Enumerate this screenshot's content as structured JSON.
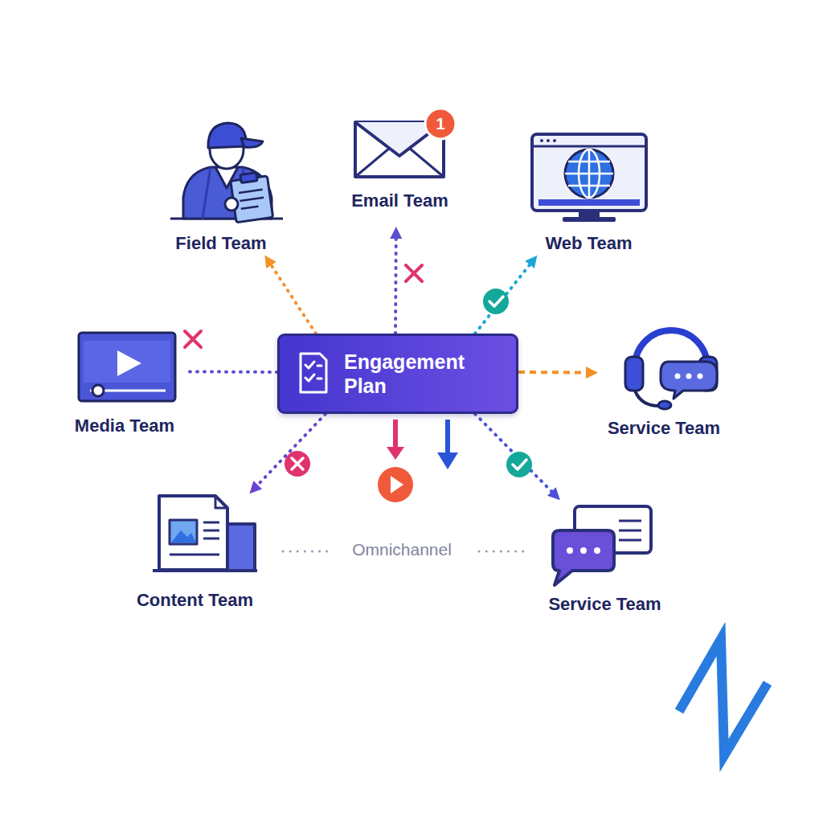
{
  "diagram": {
    "nodes": [
      {
        "text": [
          "Field Team"
        ]
      },
      {
        "text": [
          "Email Team"
        ]
      },
      {
        "text": [
          "Web Team"
        ]
      },
      {
        "text": [
          "Media Team"
        ]
      },
      {
        "text": [
          "Engagement Plan"
        ]
      },
      {
        "text": [
          "Service Team"
        ]
      },
      {
        "text": [
          "Content Team"
        ]
      },
      {
        "text": [
          "Service Team"
        ]
      }
    ],
    "edges": [
      {
        "from": 4,
        "to": 0,
        "arrow": "to"
      },
      {
        "from": 4,
        "to": 1,
        "arrow": "to"
      },
      {
        "from": 4,
        "to": 2,
        "arrow": "to"
      },
      {
        "from": 4,
        "to": 3,
        "arrow": "none"
      },
      {
        "from": 4,
        "to": 5,
        "arrow": "to"
      },
      {
        "from": 4,
        "to": 6,
        "arrow": "to"
      },
      {
        "from": 4,
        "to": 7,
        "arrow": "to"
      }
    ],
    "labels": [
      "1",
      "Omnichannel"
    ]
  }
}
